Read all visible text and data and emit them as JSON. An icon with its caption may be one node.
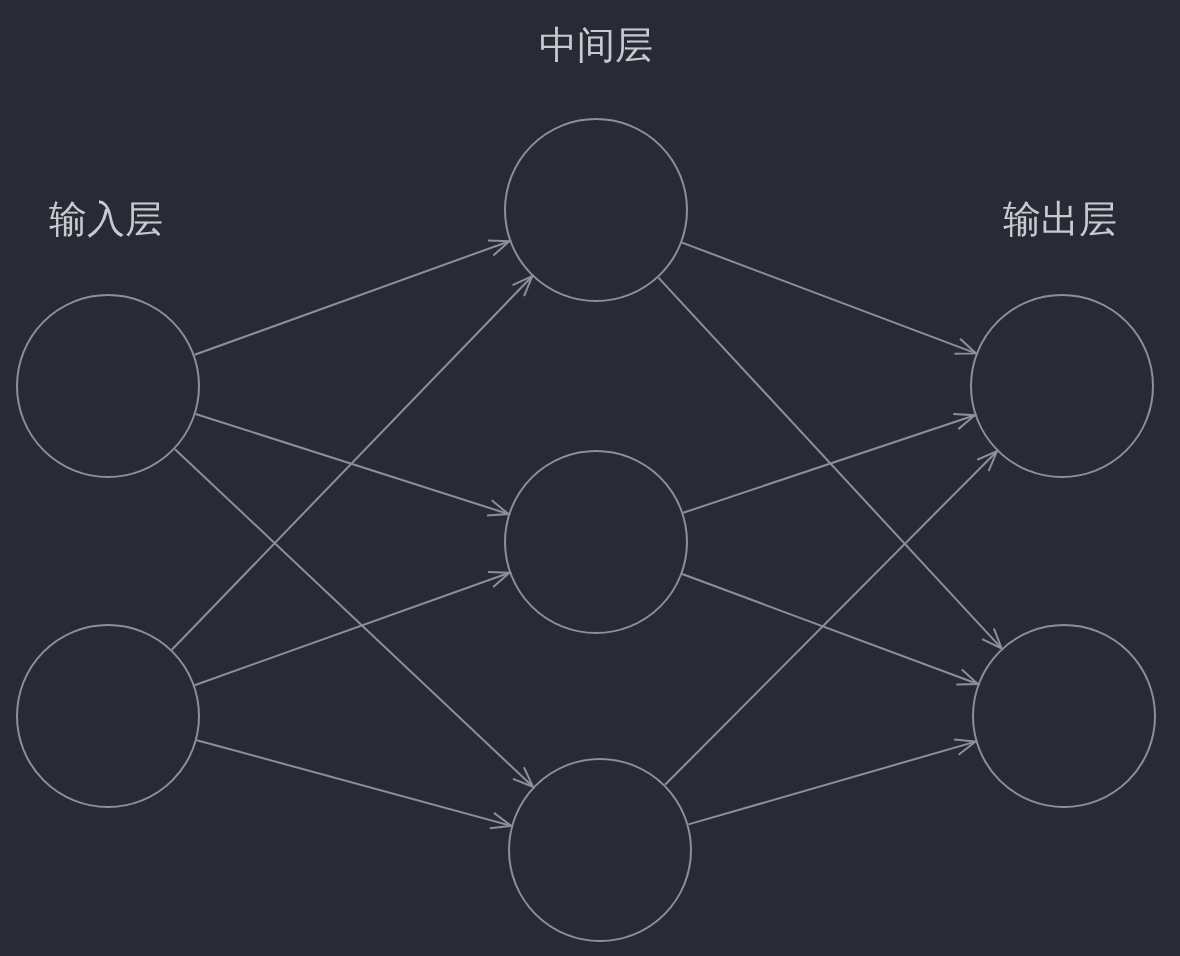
{
  "diagram": {
    "nodes": [
      {
        "text": [],
        "shape": "circle"
      },
      {
        "text": [],
        "shape": "circle"
      },
      {
        "text": [],
        "shape": "circle"
      },
      {
        "text": [],
        "shape": "circle"
      },
      {
        "text": [],
        "shape": "circle"
      },
      {
        "text": [],
        "shape": "circle"
      },
      {
        "text": [],
        "shape": "circle"
      }
    ],
    "edges": [
      {
        "from": 0,
        "to": 2,
        "arrow": "to"
      },
      {
        "from": 0,
        "to": 3,
        "arrow": "to"
      },
      {
        "from": 0,
        "to": 4,
        "arrow": "to"
      },
      {
        "from": 1,
        "to": 2,
        "arrow": "to"
      },
      {
        "from": 1,
        "to": 3,
        "arrow": "to"
      },
      {
        "from": 1,
        "to": 4,
        "arrow": "to"
      },
      {
        "from": 2,
        "to": 5,
        "arrow": "to"
      },
      {
        "from": 2,
        "to": 6,
        "arrow": "to"
      },
      {
        "from": 3,
        "to": 5,
        "arrow": "to"
      },
      {
        "from": 3,
        "to": 6,
        "arrow": "to"
      },
      {
        "from": 4,
        "to": 5,
        "arrow": "to"
      },
      {
        "from": 4,
        "to": 6,
        "arrow": "to"
      }
    ],
    "labels": [
      "中间层",
      "输入层",
      "输出层"
    ]
  }
}
